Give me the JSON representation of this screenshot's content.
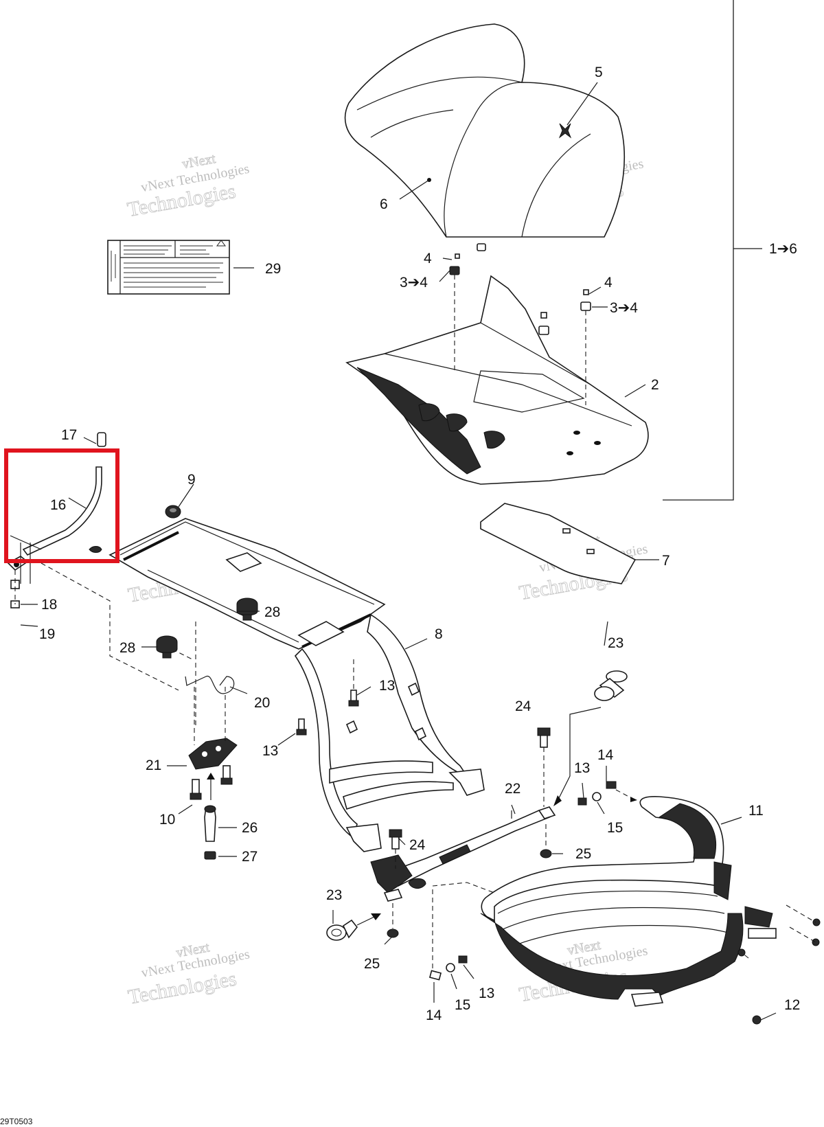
{
  "figure_code": "29T0503",
  "watermark": {
    "line1": "vNext",
    "line2": "vNext Technologies",
    "line3": "Technologies"
  },
  "callouts": {
    "c1_6": "1➔6",
    "c2": "2",
    "c3_4a": "3➔4",
    "c3_4b": "3➔4",
    "c4a": "4",
    "c4b": "4",
    "c5": "5",
    "c6": "6",
    "c7": "7",
    "c8": "8",
    "c9": "9",
    "c10": "10",
    "c11": "11",
    "c12": "12",
    "c13a": "13",
    "c13b": "13",
    "c13c": "13",
    "c13d": "13",
    "c14a": "14",
    "c14b": "14",
    "c15a": "15",
    "c15b": "15",
    "c16": "16",
    "c17": "17",
    "c18": "18",
    "c19": "19",
    "c20": "20",
    "c21": "21",
    "c22": "22",
    "c23a": "23",
    "c23b": "23",
    "c24a": "24",
    "c24b": "24",
    "c25a": "25",
    "c25b": "25",
    "c26": "26",
    "c27": "27",
    "c28a": "28",
    "c28b": "28",
    "c29": "29"
  },
  "highlight": {
    "part": "16",
    "color": "#e0141e"
  }
}
